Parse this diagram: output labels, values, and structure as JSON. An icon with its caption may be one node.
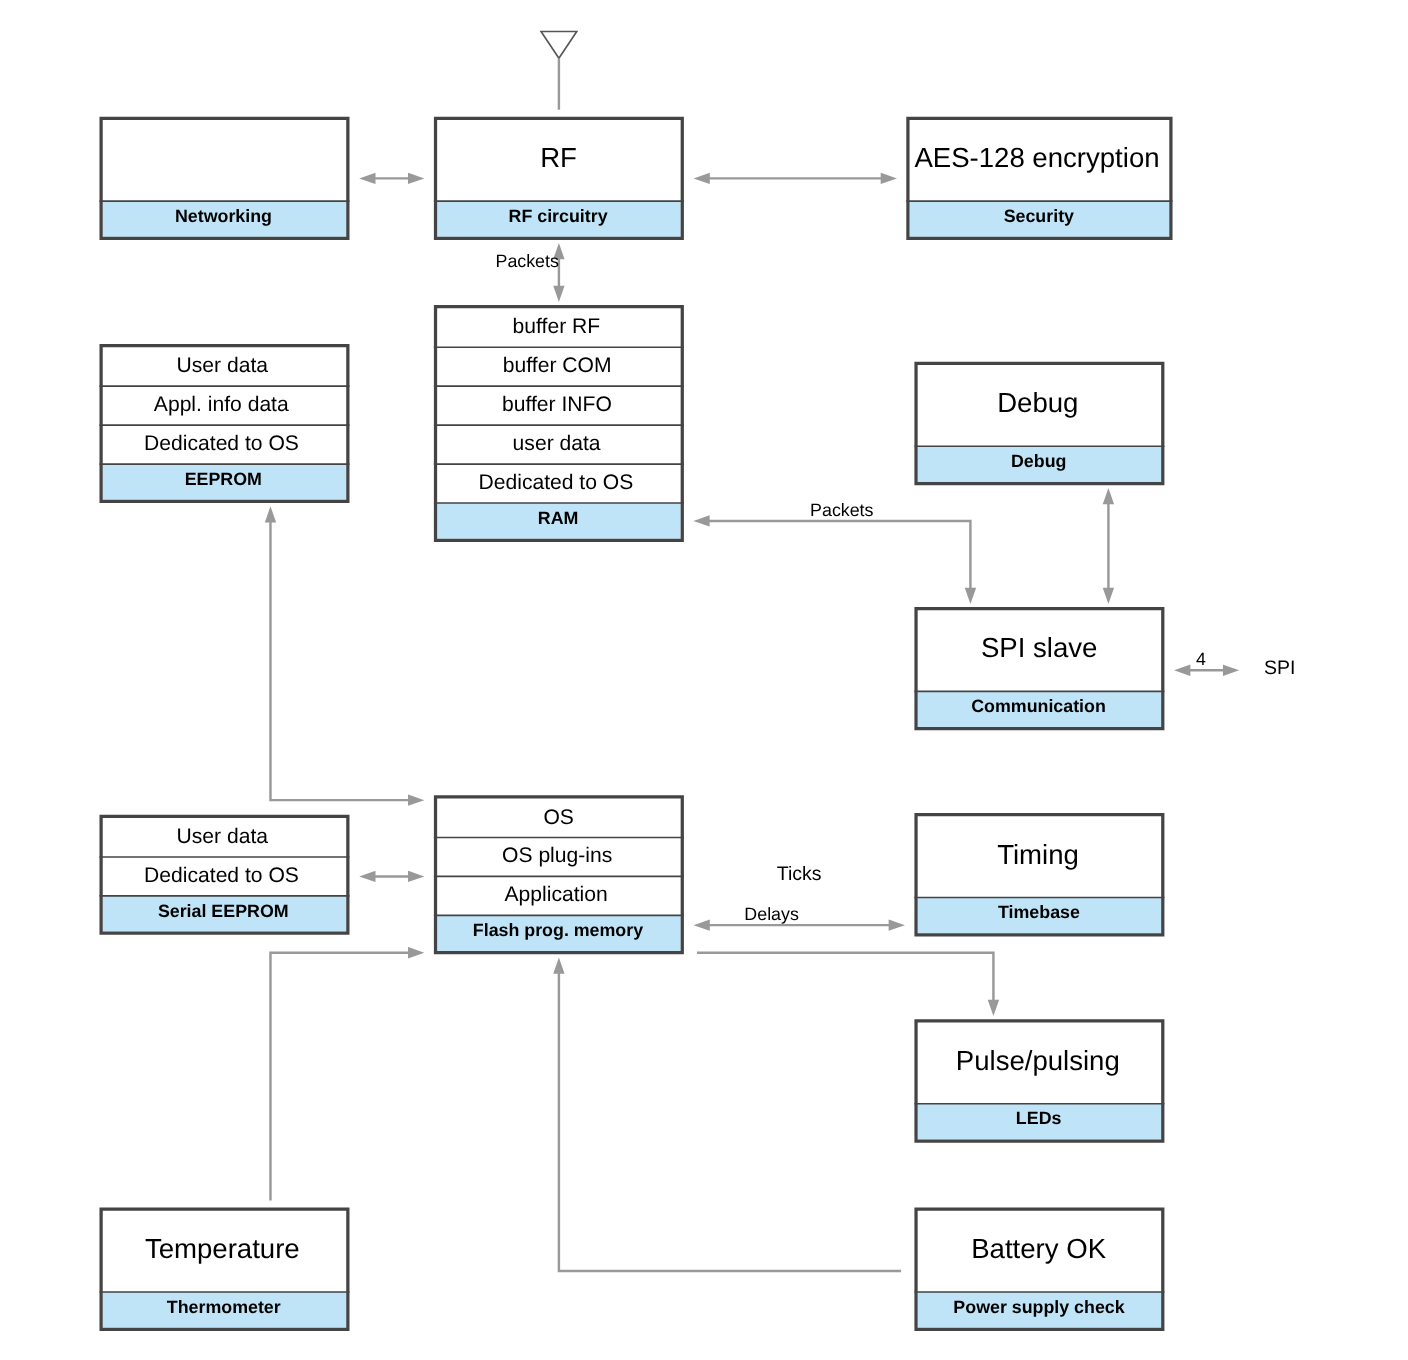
{
  "diagram": {
    "nodes": [
      {
        "text": [],
        "shape": "picture"
      },
      {
        "text": [
          "Networking"
        ]
      },
      {
        "text": [
          "RF",
          "RF circuitry"
        ]
      },
      {
        "text": [
          "AES-128 encryption",
          "Security"
        ]
      },
      {
        "text": [
          "User data",
          "Appl. info data",
          "Dedicated to OS",
          "EEPROM"
        ]
      },
      {
        "text": [
          "buffer RF",
          "buffer COM",
          "buffer INFO",
          "user data",
          "Dedicated to OS",
          "RAM"
        ]
      },
      {
        "text": [
          "Debug",
          "Debug"
        ]
      },
      {
        "text": [
          "SPI slave",
          "Communication"
        ]
      },
      {
        "text": [
          "SPI"
        ]
      },
      {
        "text": [
          "User data",
          "Dedicated to OS",
          "Serial EEPROM"
        ]
      },
      {
        "text": [
          "OS",
          "OS plug-ins",
          "Application",
          "Flash prog. memory"
        ]
      },
      {
        "text": [
          "Timing",
          "Timebase"
        ]
      },
      {
        "text": [
          "Pulse/pulsing",
          "LEDs"
        ]
      },
      {
        "text": [
          "Temperature",
          "Thermometer"
        ]
      },
      {
        "text": [
          "Battery OK",
          "Power supply check"
        ]
      }
    ],
    "edges": [
      {
        "from": 0,
        "to": 2,
        "arrow": "none"
      },
      {
        "from": 1,
        "to": 2,
        "arrow": "both"
      },
      {
        "from": 2,
        "to": 3,
        "arrow": "both"
      },
      {
        "from": 2,
        "to": 5,
        "arrow": "both",
        "label": "Packets"
      },
      {
        "from": 5,
        "to": 7,
        "arrow": "both",
        "label": "Packets"
      },
      {
        "from": 6,
        "to": 7,
        "arrow": "both"
      },
      {
        "from": 7,
        "to": 8,
        "arrow": "both",
        "label": "4"
      },
      {
        "from": 4,
        "to": 10,
        "arrow": "both"
      },
      {
        "from": 9,
        "to": 10,
        "arrow": "both"
      },
      {
        "from": 10,
        "to": 11,
        "arrow": "both",
        "label": "Delays"
      },
      {
        "from": 10,
        "to": 12,
        "arrow": "to"
      },
      {
        "from": 13,
        "to": 10,
        "arrow": "to"
      },
      {
        "from": 14,
        "to": 10,
        "arrow": "to"
      }
    ],
    "labels": [
      "Ticks"
    ]
  }
}
